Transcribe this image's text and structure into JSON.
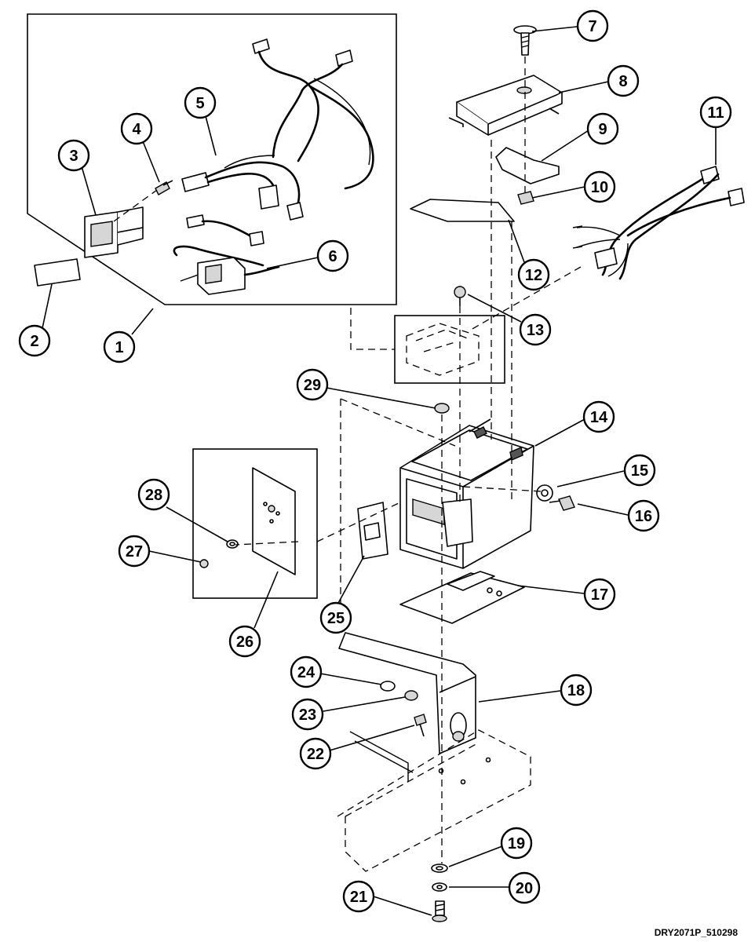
{
  "drawing_code": "DRY2071P_510298",
  "callouts": [
    "1",
    "2",
    "3",
    "4",
    "5",
    "6",
    "7",
    "8",
    "9",
    "10",
    "11",
    "12",
    "13",
    "14",
    "15",
    "16",
    "17",
    "18",
    "19",
    "20",
    "21",
    "22",
    "23",
    "24",
    "25",
    "26",
    "27",
    "28",
    "29"
  ]
}
